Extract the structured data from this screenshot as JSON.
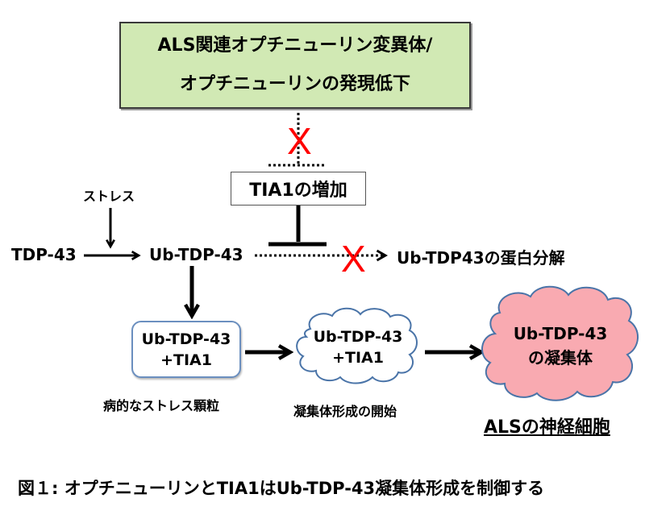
{
  "figure": {
    "top_box": {
      "line1": "ALS関連オプチニューリン変異体/",
      "line2": "オプチニューリンの発現低下",
      "fill": "#d1e9b4"
    },
    "tia1_box": {
      "label": "TIA1の増加"
    },
    "stress_label": "ストレス",
    "nodes": {
      "tdp43": "TDP-43",
      "ub_tdp43": "Ub-TDP-43",
      "degradation": "Ub-TDP43の蛋白分解"
    },
    "stress_granule": {
      "line1": "Ub-TDP-43",
      "line2": "+TIA1",
      "caption": "病的なストレス顆粒",
      "border": "#6b8fbf"
    },
    "aggregation_start": {
      "line1": "Ub-TDP-43",
      "line2": "+TIA1",
      "caption": "凝集体形成の開始",
      "fill": "#ffffff",
      "border": "#4a74a8"
    },
    "aggregate": {
      "line1": "Ub-TDP-43",
      "line2": "の凝集体",
      "caption": "ALSの神経細胞",
      "fill": "#f9aab1",
      "border": "#4a74a8"
    },
    "block_marks": [
      {
        "symbol": "X",
        "color": "#ff0000",
        "meaning": "blocked-inhibition"
      },
      {
        "symbol": "X",
        "color": "#ff0000",
        "meaning": "blocked-degradation"
      }
    ],
    "caption": "図１: オプチニューリンとTIA1はUb-TDP-43凝集体形成を制御する"
  }
}
